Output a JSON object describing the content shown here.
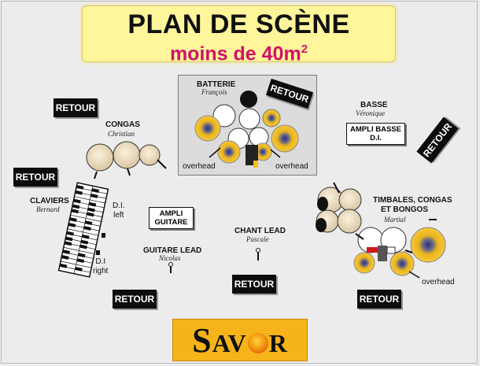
{
  "title": {
    "main": "PLAN DE SCÈNE",
    "sub_prefix": "moins de 40m",
    "sub_sup": "2"
  },
  "retour_label": "RETOUR",
  "batterie": {
    "label": "BATTERIE",
    "musician": "François",
    "overhead_left": "overhead",
    "overhead_right": "overhead"
  },
  "basse": {
    "label": "BASSE",
    "musician": "Véronique",
    "ampli_line1": "AMPLI BASSE",
    "ampli_line2": "D.I."
  },
  "congas": {
    "label": "CONGAS",
    "musician": "Christian"
  },
  "claviers": {
    "label": "CLAVIERS",
    "musician": "Bernard",
    "di_left_1": "D.I.",
    "di_left_2": "left",
    "di_right_1": "D.I",
    "di_right_2": "right"
  },
  "guitare": {
    "ampli_line1": "AMPLI",
    "ampli_line2": "GUITARE",
    "label": "GUITARE LEAD",
    "musician": "Nicolas"
  },
  "chant": {
    "label": "CHANT LEAD",
    "musician": "Pascale"
  },
  "percussions": {
    "label_1": "TIMBALES, CONGAS",
    "label_2": "ET BONGOS",
    "musician": "Martial",
    "overhead": "overhead"
  },
  "logo": {
    "s": "S",
    "rest_1": "AV",
    "rest_2": "R"
  }
}
